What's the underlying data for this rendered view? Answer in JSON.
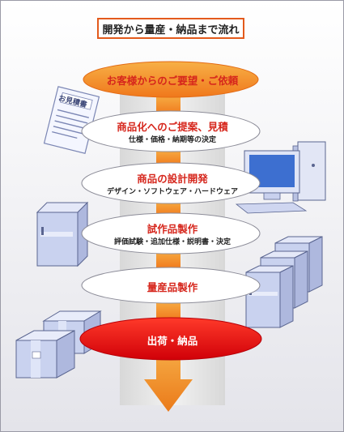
{
  "title": "開発から量産・納品まで流れ",
  "stages": [
    {
      "label": "お客様からのご要望・ご依頼",
      "sub": ""
    },
    {
      "label": "商品化へのご提案、見積",
      "sub": "仕様・価格・納期等の決定"
    },
    {
      "label": "商品の設計開発",
      "sub": "デザイン・ソフトウェア・ハードウェア"
    },
    {
      "label": "試作品製作",
      "sub": "評価試験・追加仕様・説明書・決定"
    },
    {
      "label": "量産品製作",
      "sub": ""
    },
    {
      "label": "出荷・納品",
      "sub": ""
    }
  ],
  "document": {
    "label": "お見積書"
  },
  "colors": {
    "accent": "#e35a1c",
    "stage_text": "#d6261c",
    "final_stage": "#e8000a",
    "first_stage": "#f28a1c",
    "arrow": "#f0922a",
    "device_blue": "#c9d4f0"
  },
  "icons": [
    "document-icon",
    "computer-icon",
    "cabinet-icon",
    "server-rack-icon",
    "box-icon"
  ]
}
